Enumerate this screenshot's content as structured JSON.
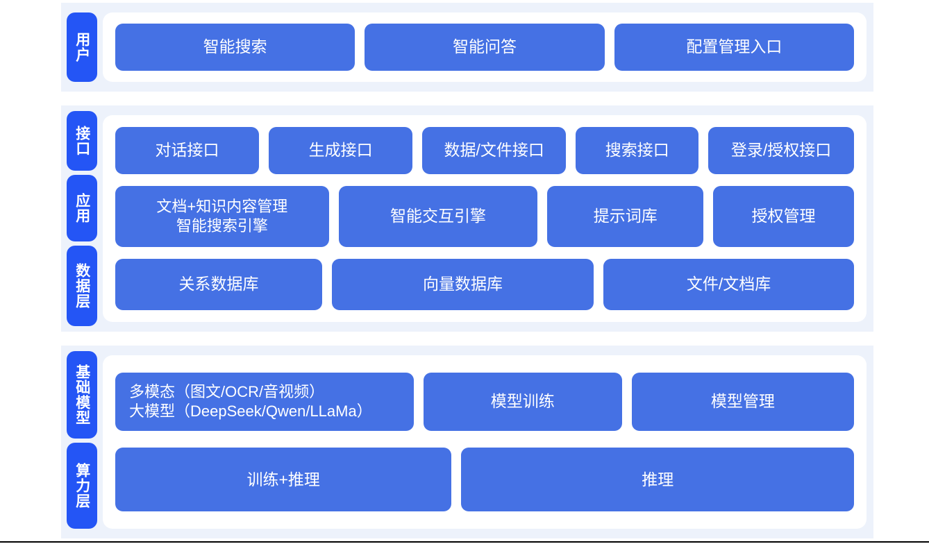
{
  "palette": {
    "badge_blue": "#2455F5",
    "box_blue": "#4571E4",
    "band_bg": "#EDF2FB",
    "card_bg": "#FFFFFF",
    "page_bg": "#FFFFFF",
    "box_text": "#FFFFFF",
    "rule": "#000000"
  },
  "tiers": [
    {
      "id": "user",
      "badges": [
        {
          "label": "用户"
        }
      ],
      "rows": [
        {
          "id": "user-entries",
          "boxes": [
            {
              "label": "智能搜索"
            },
            {
              "label": "智能问答"
            },
            {
              "label": "配置管理入口"
            }
          ]
        }
      ]
    },
    {
      "id": "application",
      "badges": [
        {
          "label": "接口"
        },
        {
          "label": "应用"
        },
        {
          "label": "数据层"
        }
      ],
      "rows": [
        {
          "id": "api-row",
          "boxes": [
            {
              "label": "对话接口"
            },
            {
              "label": "生成接口"
            },
            {
              "label": "数据/文件接口"
            },
            {
              "label": "搜索接口"
            },
            {
              "label": "登录/授权接口"
            }
          ]
        },
        {
          "id": "engine-row",
          "boxes": [
            {
              "label": "文档+知识内容管理\n智能搜索引擎"
            },
            {
              "label": "智能交互引擎"
            },
            {
              "label": "提示词库"
            },
            {
              "label": "授权管理"
            }
          ]
        },
        {
          "id": "data-row",
          "boxes": [
            {
              "label": "关系数据库"
            },
            {
              "label": "向量数据库"
            },
            {
              "label": "文件/文档库"
            }
          ]
        }
      ]
    },
    {
      "id": "infrastructure",
      "badges": [
        {
          "label": "基础模型"
        },
        {
          "label": "算力层"
        }
      ],
      "rows": [
        {
          "id": "model-row",
          "boxes": [
            {
              "label": "多模态（图文/OCR/音视频）\n大模型（DeepSeek/Qwen/LLaMa）"
            },
            {
              "label": "模型训练"
            },
            {
              "label": "模型管理"
            }
          ]
        },
        {
          "id": "compute-row",
          "boxes": [
            {
              "label": "训练+推理"
            },
            {
              "label": "推理"
            }
          ]
        }
      ]
    }
  ]
}
